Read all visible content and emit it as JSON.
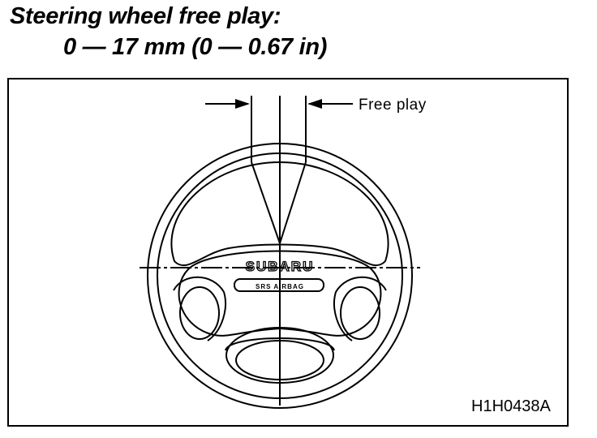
{
  "heading": {
    "line1": "Steering wheel free play:",
    "line2": "0 — 17 mm (0 — 0.67 in)"
  },
  "diagram": {
    "callout_label": "Free play",
    "hub_brand": "SUBARU",
    "hub_badge": "SRS AIRBAG",
    "figure_code": "H1H0438A"
  },
  "colors": {
    "ink": "#000000",
    "paper": "#ffffff"
  }
}
